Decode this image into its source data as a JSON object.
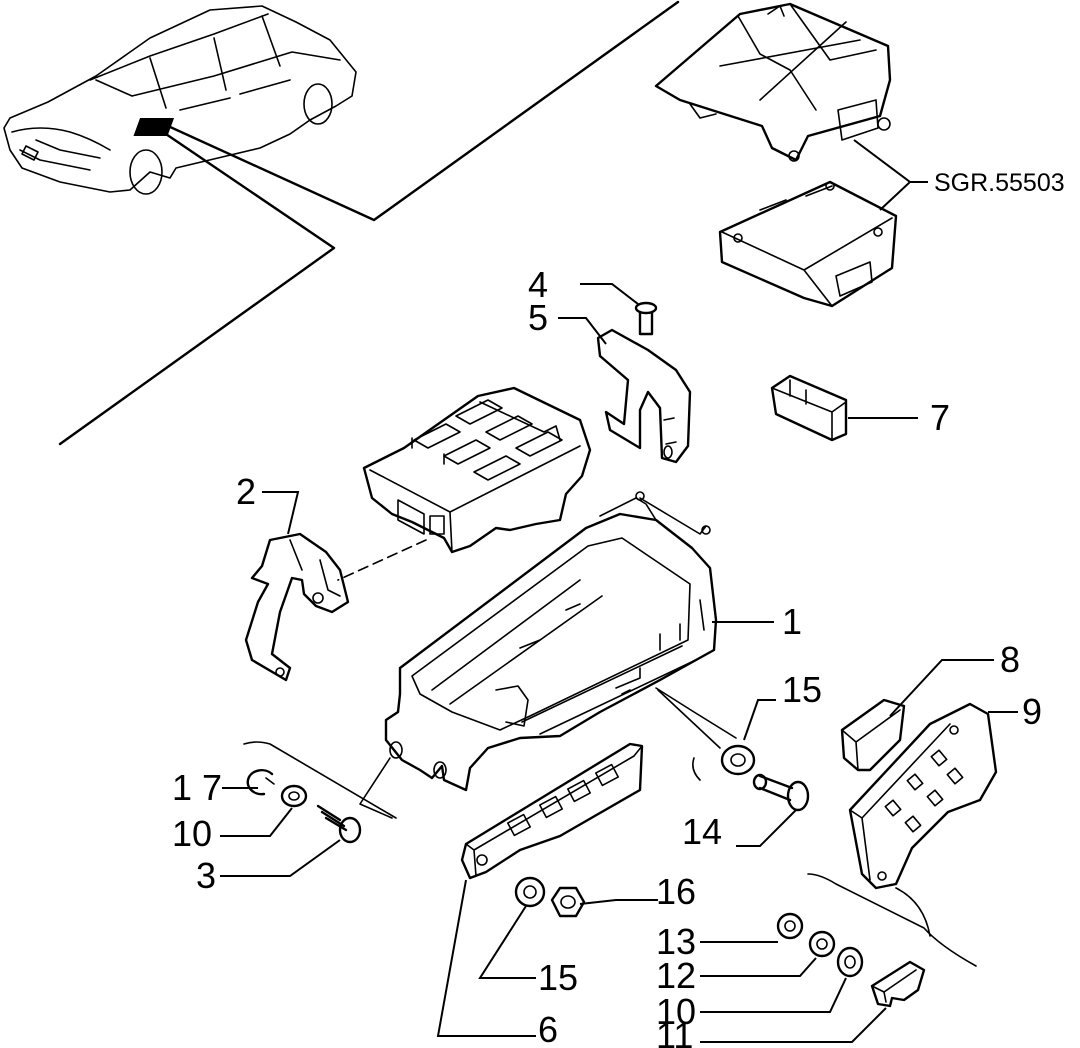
{
  "reference_label": "SGR.55503",
  "callouts": [
    {
      "id": "c1",
      "text": "1"
    },
    {
      "id": "c2",
      "text": "2"
    },
    {
      "id": "c3",
      "text": "3"
    },
    {
      "id": "c4",
      "text": "4"
    },
    {
      "id": "c5",
      "text": "5"
    },
    {
      "id": "c6",
      "text": "6"
    },
    {
      "id": "c7",
      "text": "7"
    },
    {
      "id": "c8",
      "text": "8"
    },
    {
      "id": "c9",
      "text": "9"
    },
    {
      "id": "c10a",
      "text": "10"
    },
    {
      "id": "c10b",
      "text": "10"
    },
    {
      "id": "c11",
      "text": "11"
    },
    {
      "id": "c12",
      "text": "12"
    },
    {
      "id": "c13",
      "text": "13"
    },
    {
      "id": "c14",
      "text": "14"
    },
    {
      "id": "c15a",
      "text": "15"
    },
    {
      "id": "c15b",
      "text": "15"
    },
    {
      "id": "c16",
      "text": "16"
    },
    {
      "id": "c17",
      "text": "1 7"
    }
  ]
}
